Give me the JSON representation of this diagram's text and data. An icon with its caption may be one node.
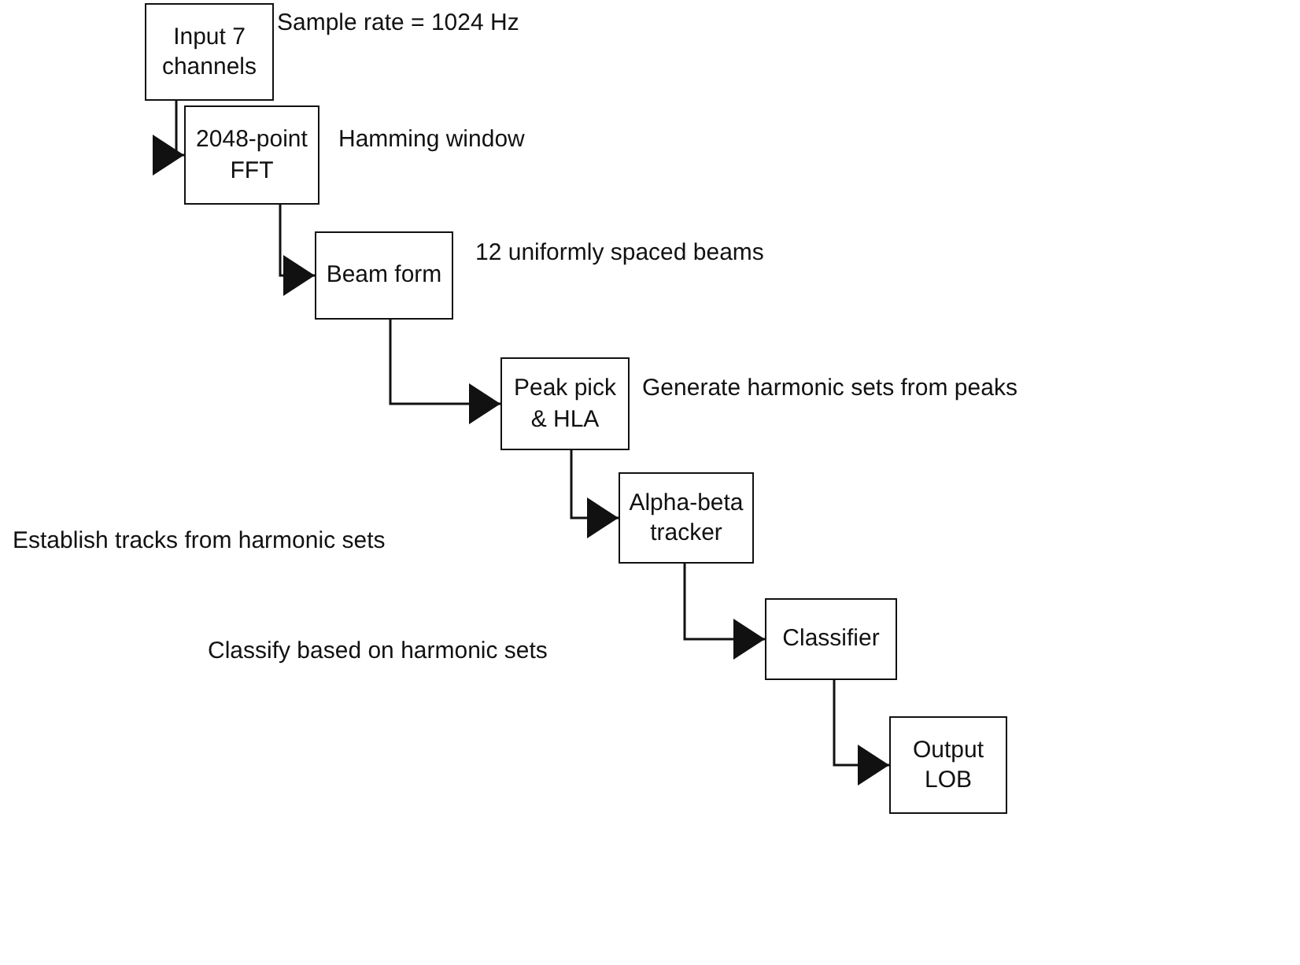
{
  "diagram": {
    "nodes": [
      {
        "text": [
          "Input 7 channels"
        ],
        "beside": [
          "Sample rate = 1024 Hz"
        ]
      },
      {
        "text": [
          "2048-point FFT"
        ],
        "beside": [
          "Hamming window"
        ]
      },
      {
        "text": [
          "Beam form"
        ],
        "beside": [
          "12 uniformly spaced beams"
        ]
      },
      {
        "text": [
          "Peak pick & HLA"
        ],
        "beside": [
          "Generate harmonic sets from peaks"
        ]
      },
      {
        "text": [
          "Alpha-beta tracker"
        ]
      },
      {
        "text": [
          "Classifier"
        ]
      },
      {
        "text": [
          "Output LOB"
        ]
      }
    ],
    "edges": [
      {
        "from": 0,
        "to": 1,
        "arrow": "to"
      },
      {
        "from": 1,
        "to": 2,
        "arrow": "to"
      },
      {
        "from": 2,
        "to": 3,
        "arrow": "to"
      },
      {
        "from": 3,
        "to": 4,
        "arrow": "to"
      },
      {
        "from": 4,
        "to": 5,
        "arrow": "to"
      },
      {
        "from": 5,
        "to": 6,
        "arrow": "to"
      }
    ],
    "labels": [
      "Establish tracks from harmonic sets",
      "Classify based on harmonic sets"
    ]
  }
}
